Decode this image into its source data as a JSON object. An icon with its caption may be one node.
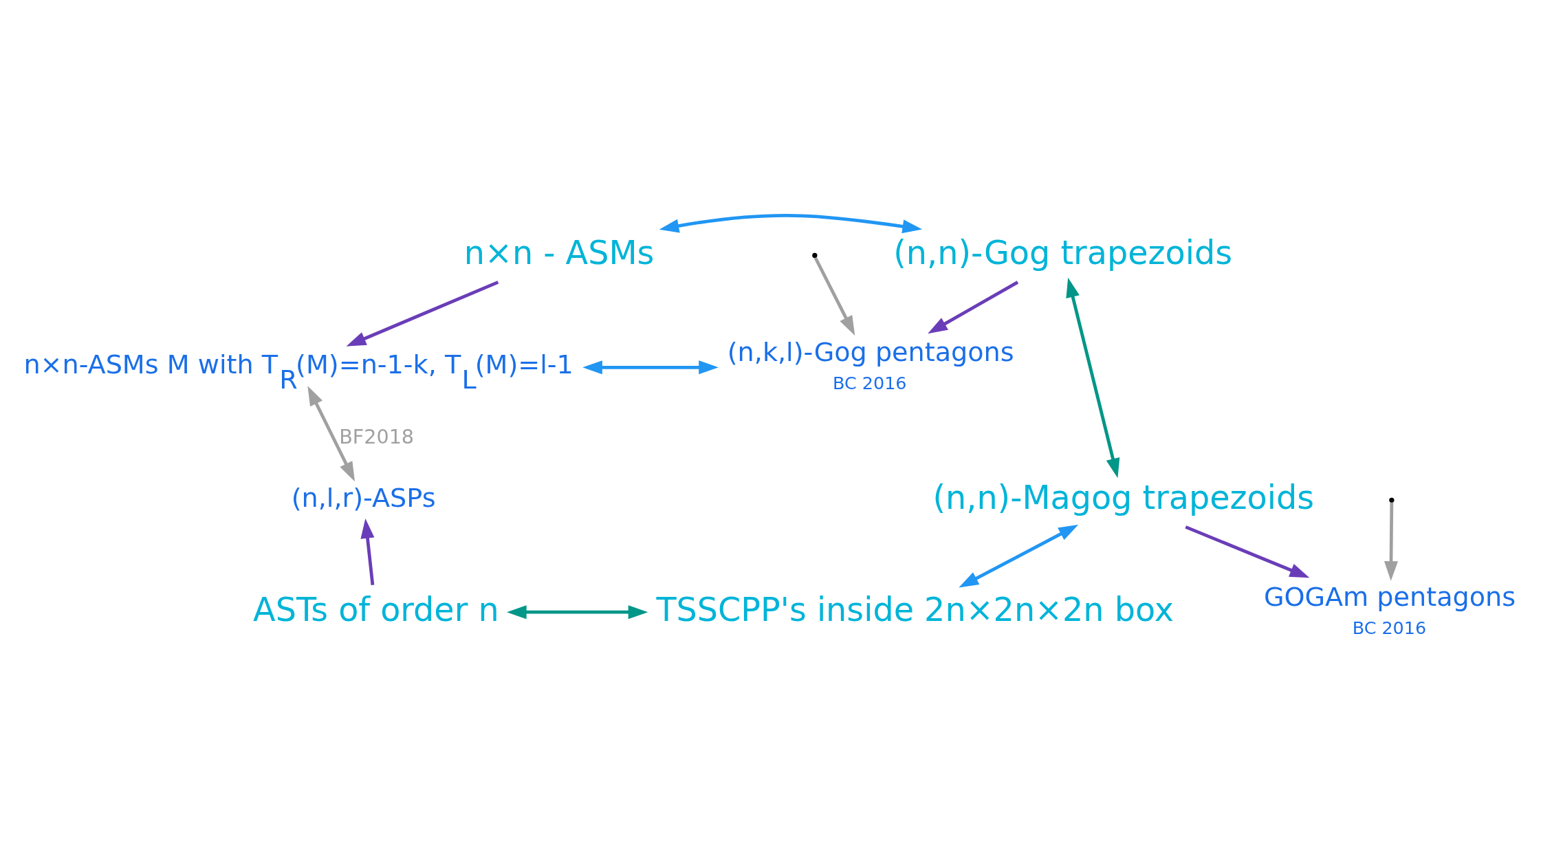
{
  "diagram": {
    "nodes": [
      {
        "text": [
          "n×n - ASMs"
        ]
      },
      {
        "text": [
          "(n,n)-Gog trapezoids"
        ]
      },
      {
        "text": [
          "n×n-ASMs M with T$_{R}$(M)=n-1-k, T$_{L}$(M)=l-1"
        ]
      },
      {
        "text": [
          "(n,k,l)-Gog pentagons"
        ],
        "beside": [
          "BC 2016"
        ]
      },
      {
        "text": [
          "GOGAm pentagons"
        ],
        "beside": [
          "BC 2016"
        ]
      },
      {
        "text": [
          "(n,l,r)-ASPs"
        ]
      },
      {
        "text": [
          "ASTs of order n"
        ]
      },
      {
        "text": [
          "(n,n)-Magog trapezoids"
        ]
      },
      {
        "text": [
          "TSSCPP's inside 2n×2n×2n box"
        ]
      }
    ],
    "edges": [
      {
        "from": 0,
        "to": 1,
        "arrow": "both",
        "color": "#2196f3"
      },
      {
        "from": 0,
        "to": 2,
        "arrow": "to"
      },
      {
        "from": 1,
        "to": 3,
        "arrow": "to"
      },
      {
        "from": 3,
        "to": 2,
        "arrow": "both",
        "color": "#2196f3"
      },
      {
        "from": null,
        "to": 3,
        "arrow": "to",
        "color": "#a0a0a0"
      },
      {
        "from": null,
        "to": 4,
        "arrow": "to",
        "color": "#a0a0a0"
      },
      {
        "from": 2,
        "to": 5,
        "arrow": "both",
        "label": "BF2018",
        "color": "#a0a0a0"
      },
      {
        "from": 6,
        "to": 5,
        "arrow": "to"
      },
      {
        "from": 1,
        "to": 7,
        "arrow": "both",
        "color": "#009688"
      },
      {
        "from": 7,
        "to": 4,
        "arrow": "to"
      },
      {
        "from": 6,
        "to": 8,
        "arrow": "both",
        "color": "#009688"
      },
      {
        "from": 7,
        "to": 8,
        "arrow": "both",
        "color": "#2196f3"
      }
    ]
  }
}
